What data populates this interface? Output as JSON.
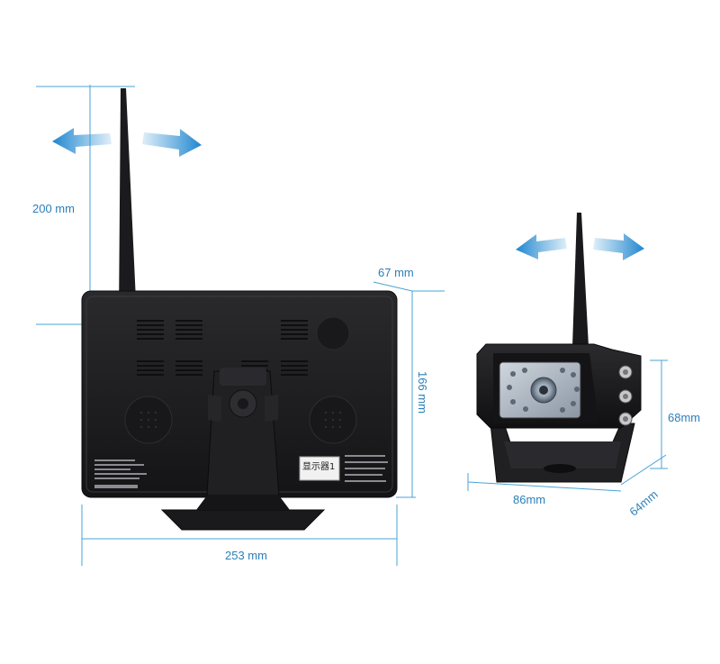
{
  "dimensions": {
    "antenna_height": "200 mm",
    "monitor_depth": "67 mm",
    "monitor_height": "166 mm",
    "monitor_width": "253 mm",
    "camera_height": "68mm",
    "camera_width": "86mm",
    "camera_depth": "64mm"
  },
  "monitor": {
    "sticker_label": "显示器1"
  },
  "colors": {
    "dimension_line": "#4aa3d6",
    "dimension_text": "#2b7fb8",
    "arrow": "#2a8fd2",
    "device_body": "#1c1c1e"
  },
  "icons": [
    "left-arrow-icon",
    "right-arrow-icon"
  ]
}
